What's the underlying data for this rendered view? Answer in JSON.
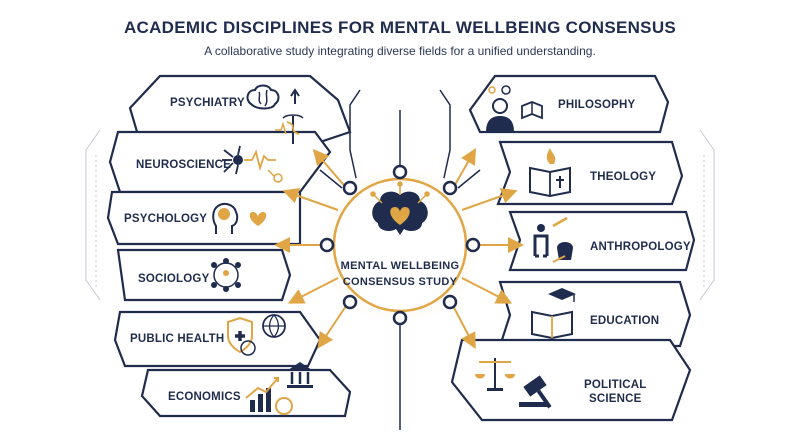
{
  "header": {
    "title": "ACADEMIC DISCIPLINES FOR MENTAL WELLBEING CONSENSUS",
    "subtitle": "A collaborative study integrating diverse fields for a unified understanding."
  },
  "center": {
    "line1": "MENTAL WELLBEING",
    "line2": "CONSENSUS STUDY",
    "icon": "brain-heart-icon"
  },
  "colors": {
    "navy": "#1f2c4d",
    "gold": "#e0a545",
    "gray": "#c5cad3"
  },
  "left_disciplines": [
    {
      "label": "PSYCHIATRY",
      "icon": "brain-caduceus-icon"
    },
    {
      "label": "NEUROSCIENCE",
      "icon": "neuron-icon"
    },
    {
      "label": "PSYCHOLOGY",
      "icon": "head-heart-icon"
    },
    {
      "label": "SOCIOLOGY",
      "icon": "network-people-icon"
    },
    {
      "label": "PUBLIC HEALTH",
      "icon": "shield-globe-icon"
    },
    {
      "label": "ECONOMICS",
      "icon": "bank-chart-icon"
    }
  ],
  "right_disciplines": [
    {
      "label": "PHILOSOPHY",
      "icon": "thinker-book-icon"
    },
    {
      "label": "THEOLOGY",
      "icon": "bible-flame-icon"
    },
    {
      "label": "ANTHROPOLOGY",
      "icon": "person-pottery-icon"
    },
    {
      "label": "EDUCATION",
      "icon": "graduation-book-icon"
    },
    {
      "label": "POLITICAL",
      "label2": "SCIENCE",
      "icon": "scales-gavel-icon"
    }
  ]
}
